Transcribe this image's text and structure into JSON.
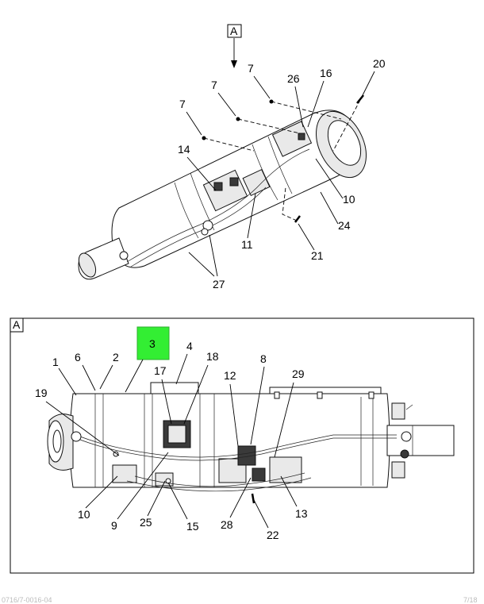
{
  "view_label_top": "A",
  "view_label_detail": "A",
  "highlighted_callout": "3",
  "colors": {
    "highlight": "#33ee33",
    "line": "#000000"
  },
  "callouts_top": {
    "c7a": "7",
    "c7b": "7",
    "c7c": "7",
    "c26": "26",
    "c16": "16",
    "c20": "20",
    "c14": "14",
    "c10": "10",
    "c24": "24",
    "c11": "11",
    "c21": "21",
    "c27": "27"
  },
  "callouts_detail": {
    "c1": "1",
    "c6": "6",
    "c2": "2",
    "c4": "4",
    "c18": "18",
    "c17": "17",
    "c8": "8",
    "c12": "12",
    "c29": "29",
    "c19": "19",
    "c10": "10",
    "c9": "9",
    "c25": "25",
    "c15": "15",
    "c28": "28",
    "c13": "13",
    "c22": "22"
  },
  "footer": {
    "left": "0716/7-0016-04",
    "right": "7/18"
  }
}
